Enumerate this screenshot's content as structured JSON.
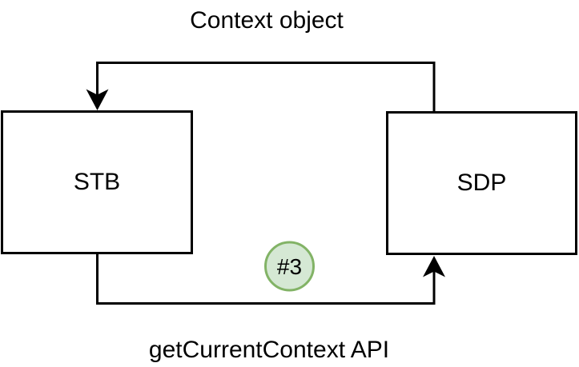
{
  "diagram": {
    "title": "Context object",
    "bottom_label": "getCurrentContext API",
    "nodes": [
      {
        "id": "stb",
        "label": "STB"
      },
      {
        "id": "sdp",
        "label": "SDP"
      }
    ],
    "badge": {
      "label": "#3"
    },
    "connectors": [
      {
        "id": "context-object-flow",
        "from": "SDP",
        "to": "STB",
        "label": "Context object"
      },
      {
        "id": "getcurrentcontext-flow",
        "from": "STB",
        "to": "SDP",
        "label": "getCurrentContext API"
      }
    ],
    "colors": {
      "line": "#000000",
      "text": "#000000",
      "node_fill": "#ffffff",
      "node_stroke": "#000000",
      "badge_fill": "#d5e8d4",
      "badge_stroke": "#82b366",
      "background": "#ffffff"
    }
  }
}
